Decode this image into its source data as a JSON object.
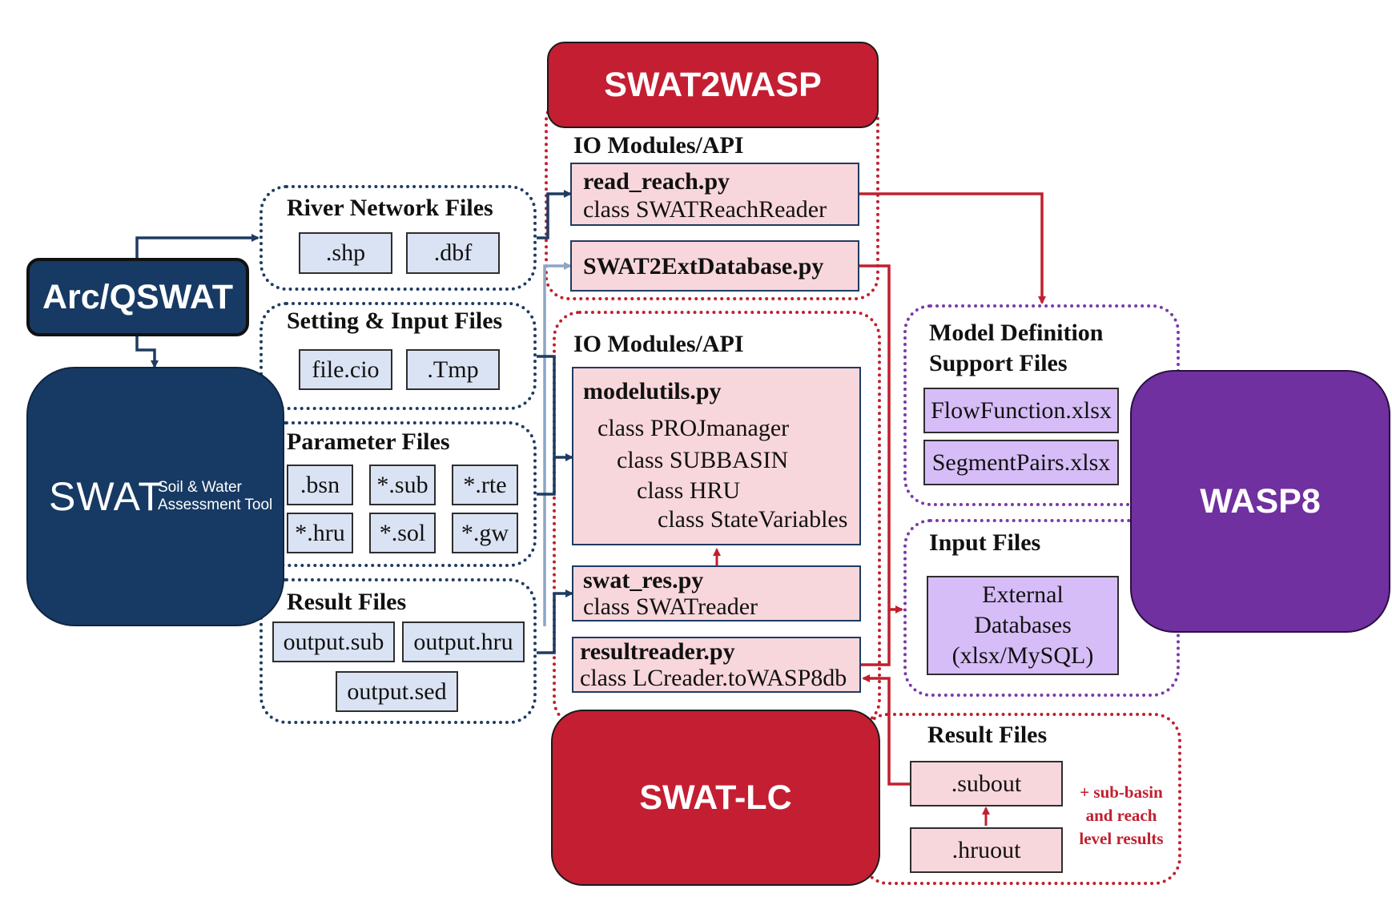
{
  "colors": {
    "swat_navy": "#173a64",
    "swat2wasp_red": "#c41e32",
    "wasp_purple": "#7030a0",
    "file_box_blue": "#dae3f3",
    "module_pink": "#f8d7dc",
    "model_file_purple": "#d7bdf7",
    "navy_arrow": "#1f3b62",
    "grey_arrow": "#8ea5c4",
    "red_arrow": "#c0202f"
  },
  "arcqswat": {
    "label": "Arc/QSWAT"
  },
  "swat": {
    "logo_text": "SWAT",
    "subtitle_line1": "Soil & Water",
    "subtitle_line2": "Assessment Tool"
  },
  "swat2wasp": {
    "label": "SWAT2WASP"
  },
  "swatlc": {
    "label": "SWAT-LC"
  },
  "wasp8": {
    "label": "WASP8"
  },
  "river_network": {
    "title": "River Network Files",
    "files": [
      ".shp",
      ".dbf"
    ]
  },
  "setting_input": {
    "title": "Setting & Input Files",
    "files": [
      "file.cio",
      ".Tmp"
    ]
  },
  "parameter_files": {
    "title": "Parameter Files",
    "files": [
      ".bsn",
      "*.sub",
      "*.rte",
      "*.hru",
      "*.sol",
      "*.gw"
    ]
  },
  "result_files_swat": {
    "title": "Result Files",
    "files": [
      "output.sub",
      "output.hru",
      "output.sed"
    ]
  },
  "io_top": {
    "title": "IO Modules/API",
    "read_reach": {
      "name": "read_reach.py",
      "class": "class SWATReachReader"
    },
    "ext_db": {
      "name": "SWAT2ExtDatabase.py"
    }
  },
  "io_bottom": {
    "title": "IO Modules/API",
    "modelutils": {
      "name": "modelutils.py",
      "classes": [
        "class PROJmanager",
        "class SUBBASIN",
        "class HRU",
        "class StateVariables"
      ]
    },
    "swat_res": {
      "name": "swat_res.py",
      "class": "class SWATreader"
    },
    "resultreader": {
      "name": "resultreader.py",
      "class": "class LCreader.toWASP8db"
    }
  },
  "model_def": {
    "title_line1": "Model Definition",
    "title_line2": "Support Files",
    "files": [
      "FlowFunction.xlsx",
      "SegmentPairs.xlsx"
    ]
  },
  "input_files": {
    "title": "Input Files",
    "db_line1": "External",
    "db_line2": "Databases",
    "db_line3": "(xlsx/MySQL)"
  },
  "result_files_lc": {
    "title": "Result Files",
    "files": [
      ".subout",
      ".hruout"
    ],
    "note_line1": "+ sub-basin",
    "note_line2": "and reach",
    "note_line3": "level results"
  }
}
